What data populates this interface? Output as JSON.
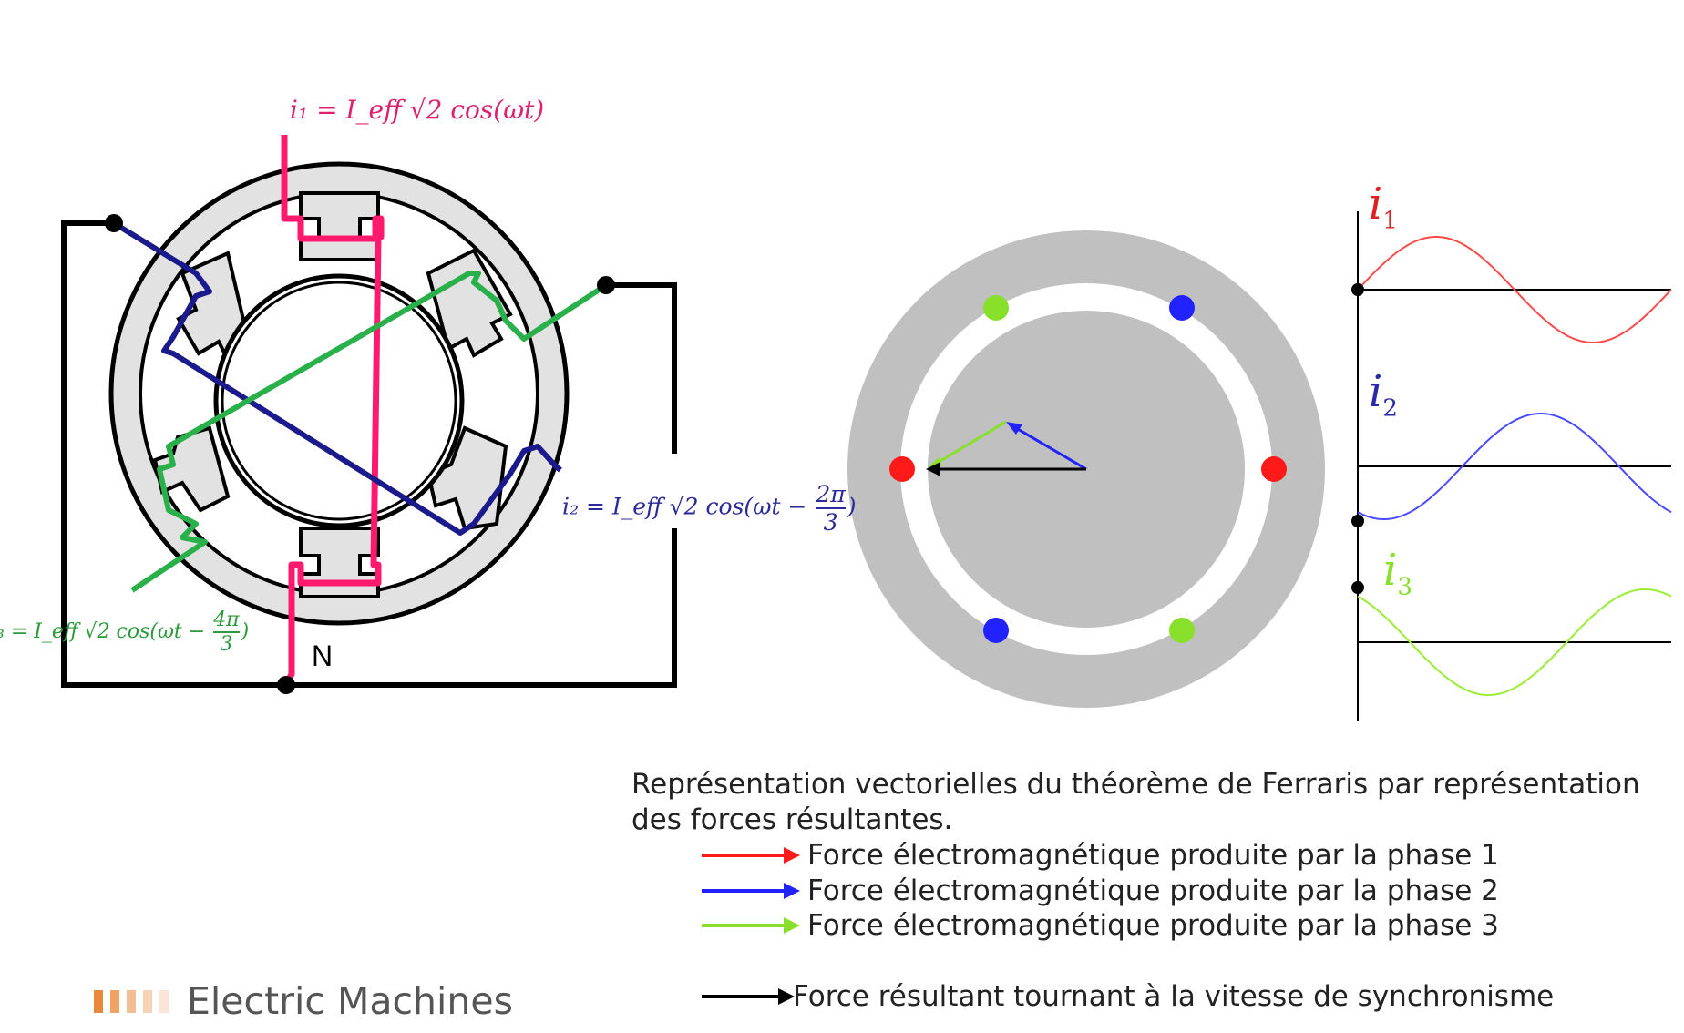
{
  "equations": {
    "i1": "i₁ = I_eff √2 cos(ωt)",
    "i2_left": "i₂ = I_eff √2 cos(ωt −",
    "i2_frac_num": "2π",
    "i2_frac_den": "3",
    "i3_left": "₃ = I_eff √2 cos(ωt −",
    "i3_frac_num": "4π",
    "i3_frac_den": "3",
    "neutral_label": "N"
  },
  "waveform_labels": {
    "i1_letter": "i",
    "i1_sub": "1",
    "i2_letter": "i",
    "i2_sub": "2",
    "i3_letter": "i",
    "i3_sub": "3"
  },
  "caption": "Représentation vectorielles du théorème de Ferraris par représentation des forces résultantes.",
  "legend": [
    {
      "label": "Force électromagnétique produite par la phase 1",
      "color": "#ff1a1a"
    },
    {
      "label": "Force électromagnétique produite par la phase 2",
      "color": "#2222ff"
    },
    {
      "label": "Force électromagnétique produite par la phase 3",
      "color": "#88e02a"
    },
    {
      "label": "Force résultant tournant à la vitesse de synchronisme",
      "color": "#000000"
    }
  ],
  "brand": {
    "name": "Electric Machines",
    "bar_colors": [
      "#e8883a",
      "#efa466",
      "#f3bd92",
      "#f6d3b7",
      "#fae6d7"
    ]
  },
  "colors": {
    "phase1_winding": "#ff1a6e",
    "phase2_winding": "#1a1a8c",
    "phase3_winding": "#2ab04a",
    "stator_gray": "#c0c0c0",
    "stator_speckle": "#e6e6e6"
  }
}
